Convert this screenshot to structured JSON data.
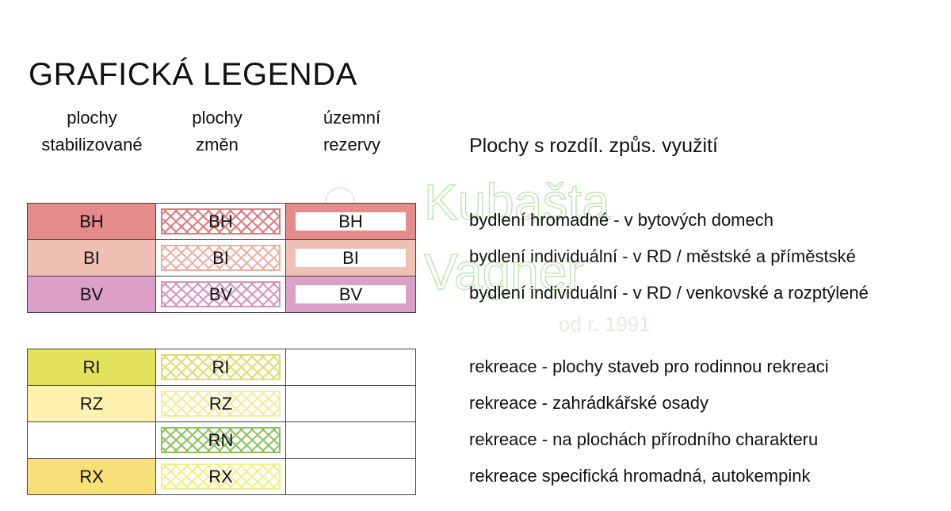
{
  "title": "GRAFICKÁ LEGENDA",
  "columns": {
    "stabilized": [
      "plochy",
      "stabilizované"
    ],
    "changes": [
      "plochy",
      "změn"
    ],
    "reserves": [
      "územní",
      "rezervy"
    ]
  },
  "subheading": "Plochy s rozdíl. způs. využití",
  "watermark": {
    "line1": "Kubašta",
    "line2": "Vagner",
    "line3": "od r. 1991"
  },
  "group1": [
    {
      "stab": "BH",
      "change": "BH",
      "reserve": "BH",
      "desc": "bydlení hromadné - v bytových domech",
      "color": "#e68b8b",
      "hatch": "#e07a80"
    },
    {
      "stab": "BI",
      "change": "BI",
      "reserve": "BI",
      "desc": "bydlení individuální - v RD / městské a příměstské",
      "color": "#f0c0b4",
      "hatch": "#e9b1a6"
    },
    {
      "stab": "BV",
      "change": "BV",
      "reserve": "BV",
      "desc": "bydlení individuální - v RD / venkovské a rozptýlené",
      "color": "#dca0c8",
      "hatch": "#d993c2"
    }
  ],
  "group2": [
    {
      "stab": "RI",
      "change": "RI",
      "desc": "rekreace - plochy staveb pro rodinnou rekreaci",
      "color": "#e4e25a",
      "hatch": "#dede70"
    },
    {
      "stab": "RZ",
      "change": "RZ",
      "desc": "rekreace - zahrádkářské osady",
      "color": "#fff2b0",
      "hatch": "#f5eaa0"
    },
    {
      "stab": "",
      "change": "RN",
      "desc": "rekreace - na plochách přírodního charakteru",
      "color": "#ffffff",
      "hatch": "#8cc35e"
    },
    {
      "stab": "RX",
      "change": "RX",
      "desc": "rekreace specifická hromadná, autokempink",
      "color": "#f7df7a",
      "hatch": "#f3ee8a"
    }
  ]
}
